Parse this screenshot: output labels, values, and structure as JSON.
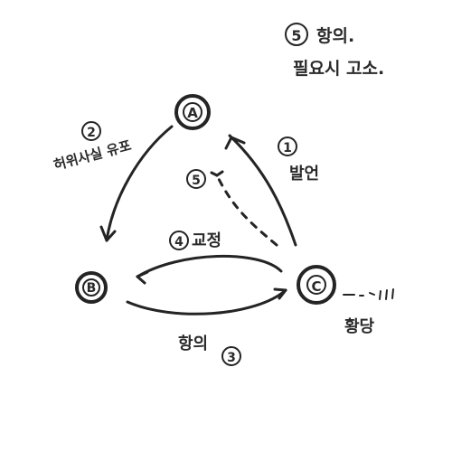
{
  "nodes": [
    {
      "key": "A",
      "label": "A"
    },
    {
      "key": "B",
      "label": "B"
    },
    {
      "key": "C",
      "label": "C"
    }
  ],
  "annotations": {
    "top_right_marker": "5",
    "top_right_line1": "항의.",
    "top_right_line2": "필요시 고소.",
    "edge_ca_marker": "1",
    "edge_ca_label": "발언",
    "edge_ab_marker": "2",
    "edge_ab_label": "허위사실 유포",
    "edge_cb_back_marker": "3",
    "edge_cb_back_label": "항의",
    "edge_bc_exchange_marker": "4",
    "edge_bc_exchange_label": "교정",
    "edge_ca_dashed_marker": "5",
    "c_side_label": "황당"
  }
}
